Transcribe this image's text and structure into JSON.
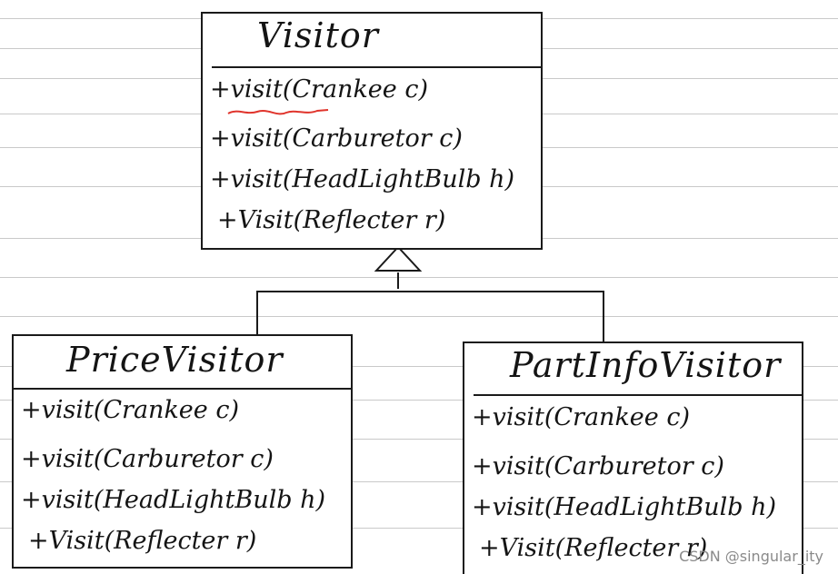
{
  "classes": {
    "visitor": {
      "name": "Visitor",
      "methods": [
        "+visit(Crankee c)",
        "+visit(Carburetor c)",
        "+visit(HeadLightBulb h)",
        "+Visit(Reflecter r)"
      ]
    },
    "price_visitor": {
      "name": "PriceVisitor",
      "methods": [
        "+visit(Crankee c)",
        "+visit(Carburetor c)",
        "+visit(HeadLightBulb h)",
        "+Visit(Reflecter r)"
      ]
    },
    "part_info_visitor": {
      "name": "PartInfoVisitor",
      "methods": [
        "+visit(Crankee c)",
        "+visit(Carburetor c)",
        "+visit(HeadLightBulb h)",
        "+Visit(Reflecter r)"
      ]
    }
  },
  "watermark": "CSDN @singular_ity",
  "colors": {
    "ink": "#141414",
    "annotation": "#e0342c",
    "ruled_line": "#c9c9c9"
  }
}
